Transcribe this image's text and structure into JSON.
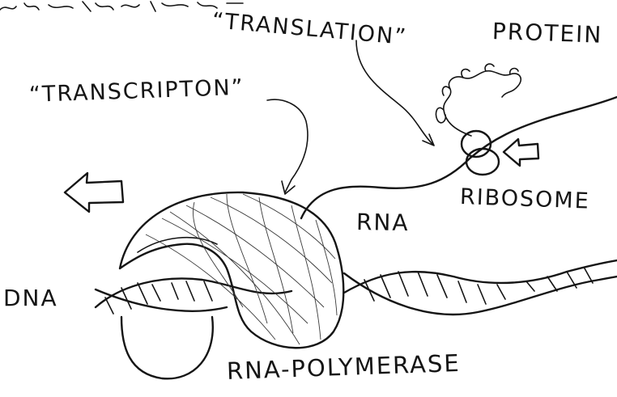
{
  "labels": {
    "translation": "“TRANSLATION”",
    "protein": "PROTEIN",
    "transcription": "“TRANSCRIPTON”",
    "ribosome": "RIBOSOME",
    "rna": "RNA",
    "dna": "DNA",
    "rna_polymerase": "RNA-POLYMERASE"
  },
  "colors": {
    "ink": "#151515",
    "paper": "#ffffff"
  }
}
